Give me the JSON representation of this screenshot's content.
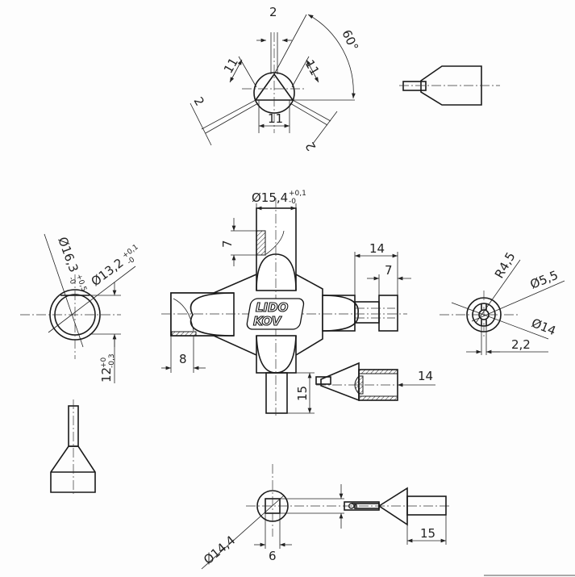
{
  "logo": {
    "line1": "LIDO",
    "line2": "KOV"
  },
  "top_view": {
    "dim_slot_top": "2",
    "angle": "60°",
    "dim_left_11": "11",
    "dim_right_11": "11",
    "dim_bottom_11": "11",
    "dim_slot_left": "2",
    "dim_slot_right": "2"
  },
  "left_view": {
    "outer_dia": "Ø16,3",
    "outer_tol_upper": "+0,5",
    "outer_tol_lower": "-0",
    "inner_dia": "Ø13,2",
    "inner_tol_upper": "+0,1",
    "inner_tol_lower": "-0",
    "flat": "12",
    "flat_tol_upper": "+0",
    "flat_tol_lower": "-0,3"
  },
  "main_view": {
    "dia": "Ø15,4",
    "dia_tol_upper": "+0,1",
    "dia_tol_lower": "-0",
    "dim_7_top": "7",
    "dim_14": "14",
    "dim_7_right": "7",
    "dim_8": "8",
    "dim_15": "15",
    "dim_14_section": "14"
  },
  "right_view": {
    "radius": "R4,5",
    "inner_dia": "Ø5,5",
    "outer_dia": "Ø14",
    "slot": "2,2"
  },
  "bottom_view": {
    "dia": "Ø14,4",
    "square": "6",
    "square_side": "6",
    "length": "15"
  }
}
